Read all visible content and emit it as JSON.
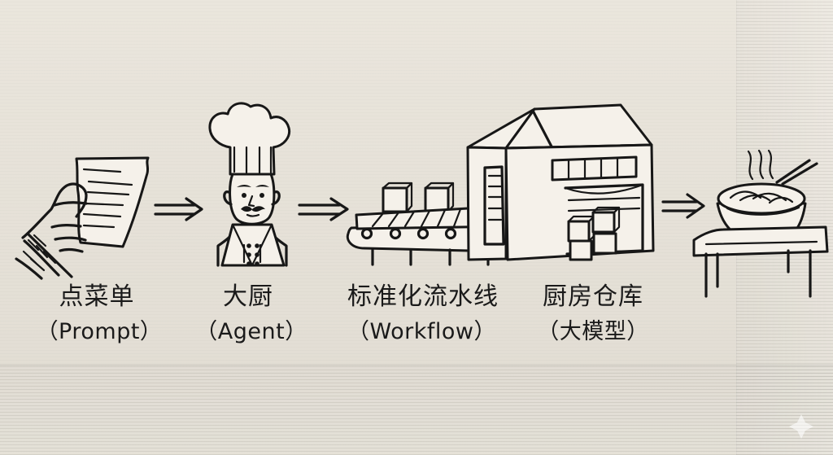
{
  "steps": [
    {
      "id": "prompt",
      "title": "点菜单",
      "subtitle": "（Prompt）"
    },
    {
      "id": "agent",
      "title": "大厨",
      "subtitle": "（Agent）"
    },
    {
      "id": "workflow",
      "title": "标准化流水线",
      "subtitle": "（Workflow）"
    },
    {
      "id": "llm",
      "title": "厨房仓库",
      "subtitle": "（大模型）"
    }
  ]
}
